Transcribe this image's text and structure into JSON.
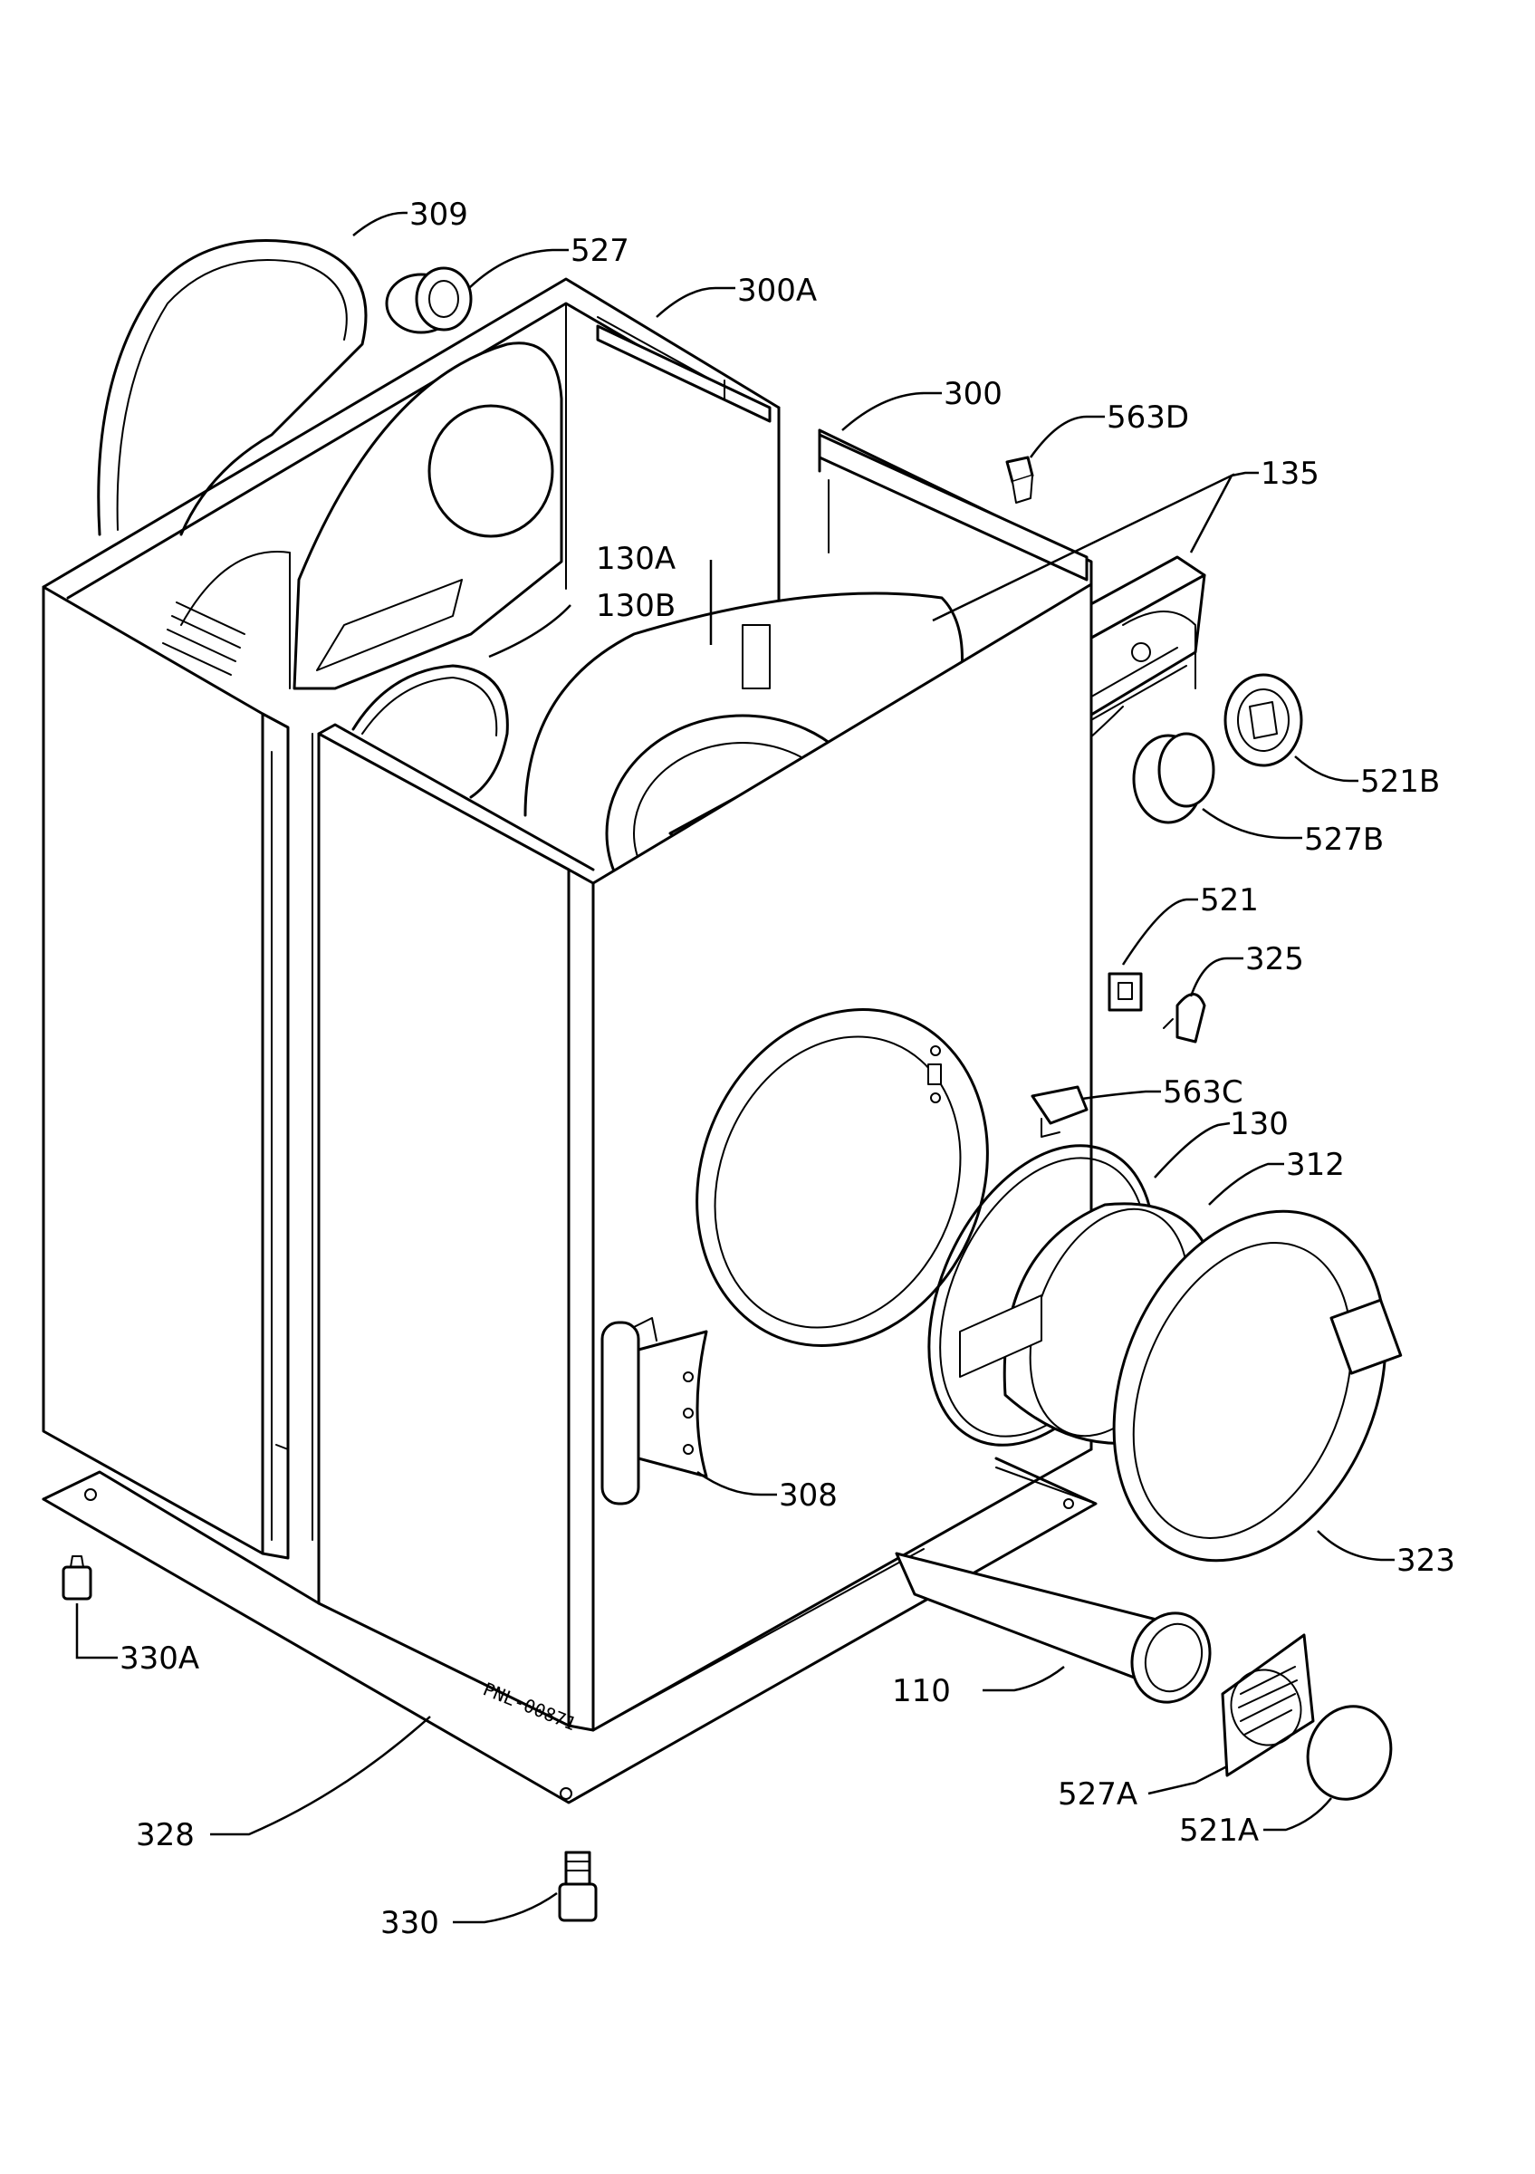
{
  "labels": {
    "309": "309",
    "527": "527",
    "300A": "300A",
    "300": "300",
    "563D": "563D",
    "135": "135",
    "130A": "130A",
    "130B": "130B",
    "521B": "521B",
    "527B": "527B",
    "521": "521",
    "325": "325",
    "563C": "563C",
    "130": "130",
    "312": "312",
    "308": "308",
    "323": "323",
    "330A": "330A",
    "110": "110",
    "527A": "527A",
    "521A": "521A",
    "328": "328",
    "330": "330"
  },
  "stamp": "PNL-00871"
}
